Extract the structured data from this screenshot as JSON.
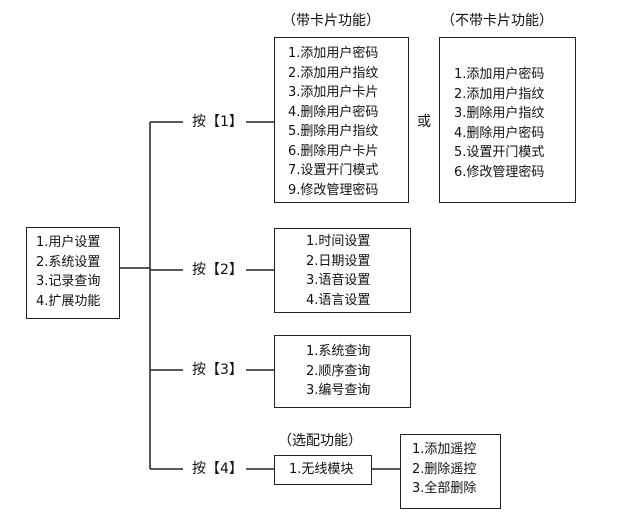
{
  "root": {
    "items": [
      "1.用户设置",
      "2.系统设置",
      "3.记录查询",
      "4.扩展功能"
    ]
  },
  "branches": [
    {
      "key_label": "按【1】",
      "with_card": {
        "caption": "（带卡片功能）",
        "items": [
          "1.添加用户密码",
          "2.添加用户指纹",
          "3.添加用户卡片",
          "4.删除用户密码",
          "5.删除用户指纹",
          "6.删除用户卡片",
          "7.设置开门模式",
          "9.修改管理密码"
        ]
      },
      "or_label": "或",
      "without_card": {
        "caption": "（不带卡片功能）",
        "items": [
          "1.添加用户密码",
          "2.添加用户指纹",
          "3.删除用户指纹",
          "4.删除用户密码",
          "5.设置开门模式",
          "6.修改管理密码"
        ]
      }
    },
    {
      "key_label": "按【2】",
      "items": [
        "1.时间设置",
        "2.日期设置",
        "3.语音设置",
        "4.语言设置"
      ]
    },
    {
      "key_label": "按【3】",
      "items": [
        "1.系统查询",
        "2.顺序查询",
        "3.编号查询"
      ]
    },
    {
      "key_label": "按【4】",
      "optional": {
        "caption": "（选配功能）",
        "items": [
          "1.无线模块"
        ]
      },
      "sub": {
        "items": [
          "1.添加遥控",
          "2.删除遥控",
          "3.全部删除"
        ]
      }
    }
  ]
}
